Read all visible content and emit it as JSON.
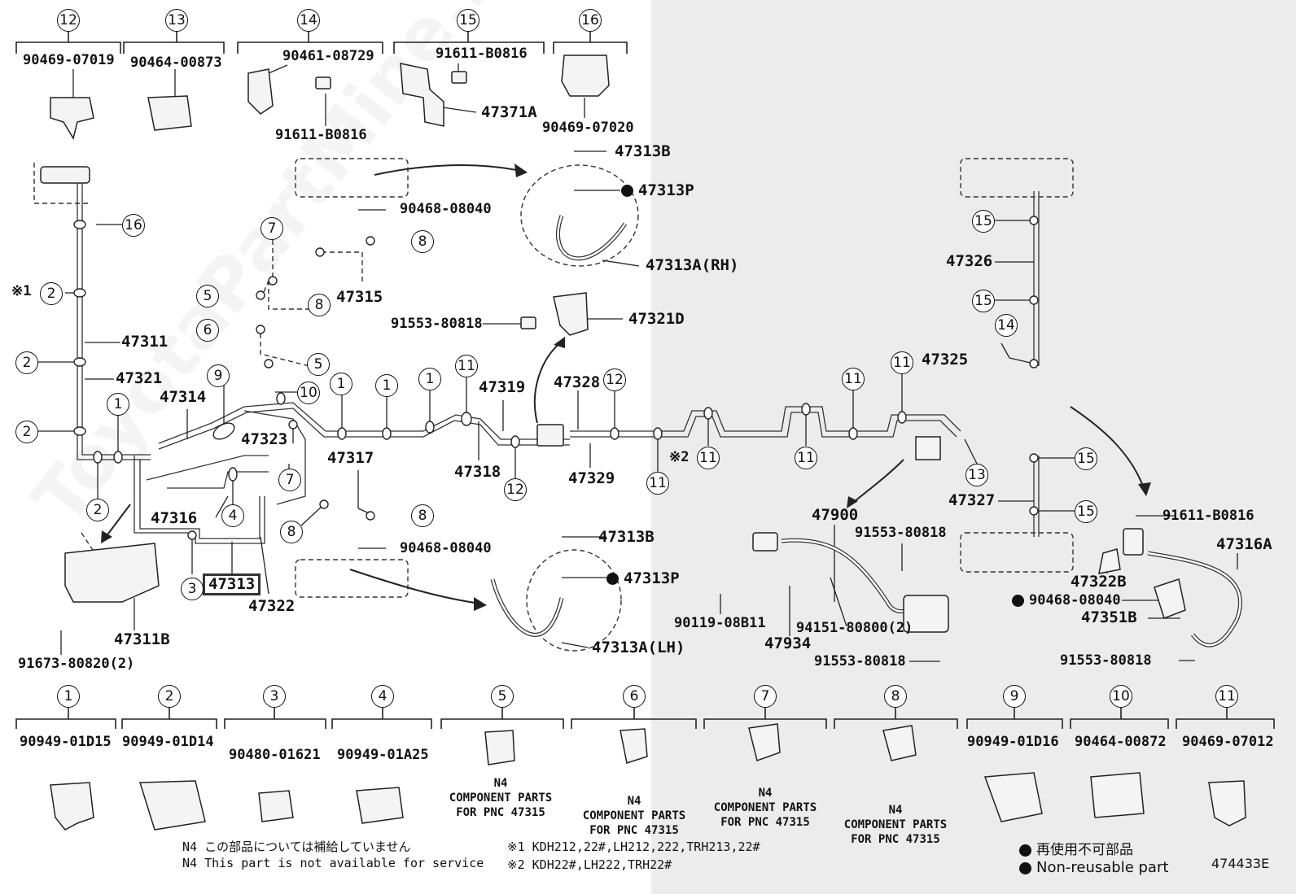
{
  "diagram_id": "474433E",
  "watermark": "ToyotaPartMine.ru",
  "top_items": [
    {
      "num": "12",
      "part": "90469-07019"
    },
    {
      "num": "13",
      "part": "90464-00873"
    },
    {
      "num": "14",
      "part_a": "90461-08729",
      "part_b": "91611-B0816"
    },
    {
      "num": "15",
      "part_a": "91611-B0816",
      "part_b": "47371A"
    },
    {
      "num": "16",
      "part": "90469-07020"
    }
  ],
  "bottom_items": [
    {
      "num": "1",
      "part": "90949-01D15"
    },
    {
      "num": "2",
      "part": "90949-01D14"
    },
    {
      "num": "3",
      "part": "90480-01621"
    },
    {
      "num": "4",
      "part": "90949-01A25"
    },
    {
      "num": "5",
      "note": "N4\nCOMPONENT PARTS\nFOR PNC 47315"
    },
    {
      "num": "6",
      "note": "N4\nCOMPONENT PARTS\nFOR PNC 47315"
    },
    {
      "num": "7",
      "note": "N4\nCOMPONENT PARTS\nFOR PNC 47315"
    },
    {
      "num": "8",
      "note": "N4\nCOMPONENT PARTS\nFOR PNC 47315"
    },
    {
      "num": "9",
      "part": "90949-01D16"
    },
    {
      "num": "10",
      "part": "90464-00872"
    },
    {
      "num": "11",
      "part": "90469-07012"
    }
  ],
  "labels": {
    "p47313B_top": "47313B",
    "p47313P_top": "47313P",
    "p90468_top": "90468-08040",
    "p47313A_RH": "47313A(RH)",
    "p47315": "47315",
    "p47311": "47311",
    "p47321": "47321",
    "p47314": "47314",
    "p47323": "47323",
    "p47316": "47316",
    "p47313": "47313",
    "p47322": "47322",
    "p47317": "47317",
    "p47318": "47318",
    "p47319": "47319",
    "p47328": "47328",
    "p47329": "47329",
    "p47321D": "47321D",
    "p91553_a": "91553-80818",
    "p47311B": "47311B",
    "p91673": "91673-80820(2)",
    "p47313B_bot": "47313B",
    "p47313P_bot": "47313P",
    "p90468_bot": "90468-08040",
    "p47313A_LH": "47313A(LH)",
    "p47325": "47325",
    "p47326": "47326",
    "p47327": "47327",
    "p47900": "47900",
    "p91553_b": "91553-80818",
    "p90119": "90119-08B11",
    "p94151": "94151-80800(2)",
    "p47934": "47934",
    "p91553_c": "91553-80818",
    "p91611_r": "91611-B0816",
    "p47316A": "47316A",
    "p47322B": "47322B",
    "p90468_r": "90468-08040",
    "p47351B": "47351B",
    "p91553_d": "91553-80818",
    "star1": "※1",
    "star2": "※2"
  },
  "footnotes": {
    "n4_jp": "N4 この部品については補給していません",
    "n4_en": "N4 This part is not available for service",
    "s1": "※1 KDH212,22#,LH212,222,TRH213,22#",
    "s2": "※2 KDH22#,LH222,TRH22#",
    "nonreuse_jp": "再使用不可部品",
    "nonreuse_en": "Non-reusable part"
  }
}
